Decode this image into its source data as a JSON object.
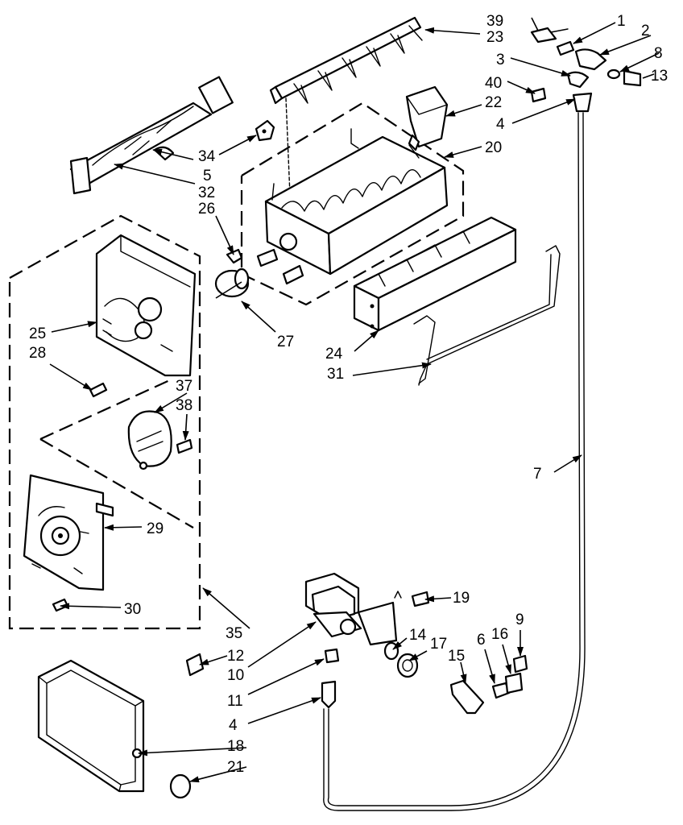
{
  "diagram": {
    "callouts": {
      "c1": "1",
      "c2": "2",
      "c3": "3",
      "c4a": "4",
      "c4b": "4",
      "c5": "5",
      "c6": "6",
      "c7": "7",
      "c8": "8",
      "c9": "9",
      "c10": "10",
      "c11": "11",
      "c12": "12",
      "c13": "13",
      "c14": "14",
      "c15": "15",
      "c16": "16",
      "c17": "17",
      "c18": "18",
      "c19": "19",
      "c20": "20",
      "c21": "21",
      "c22": "22",
      "c23": "23",
      "c24": "24",
      "c25": "25",
      "c26": "26",
      "c27": "27",
      "c28": "28",
      "c29": "29",
      "c30": "30",
      "c31": "31",
      "c32": "32",
      "c34": "34",
      "c35": "35",
      "c37": "37",
      "c38": "38",
      "c39": "39",
      "c40": "40"
    }
  }
}
